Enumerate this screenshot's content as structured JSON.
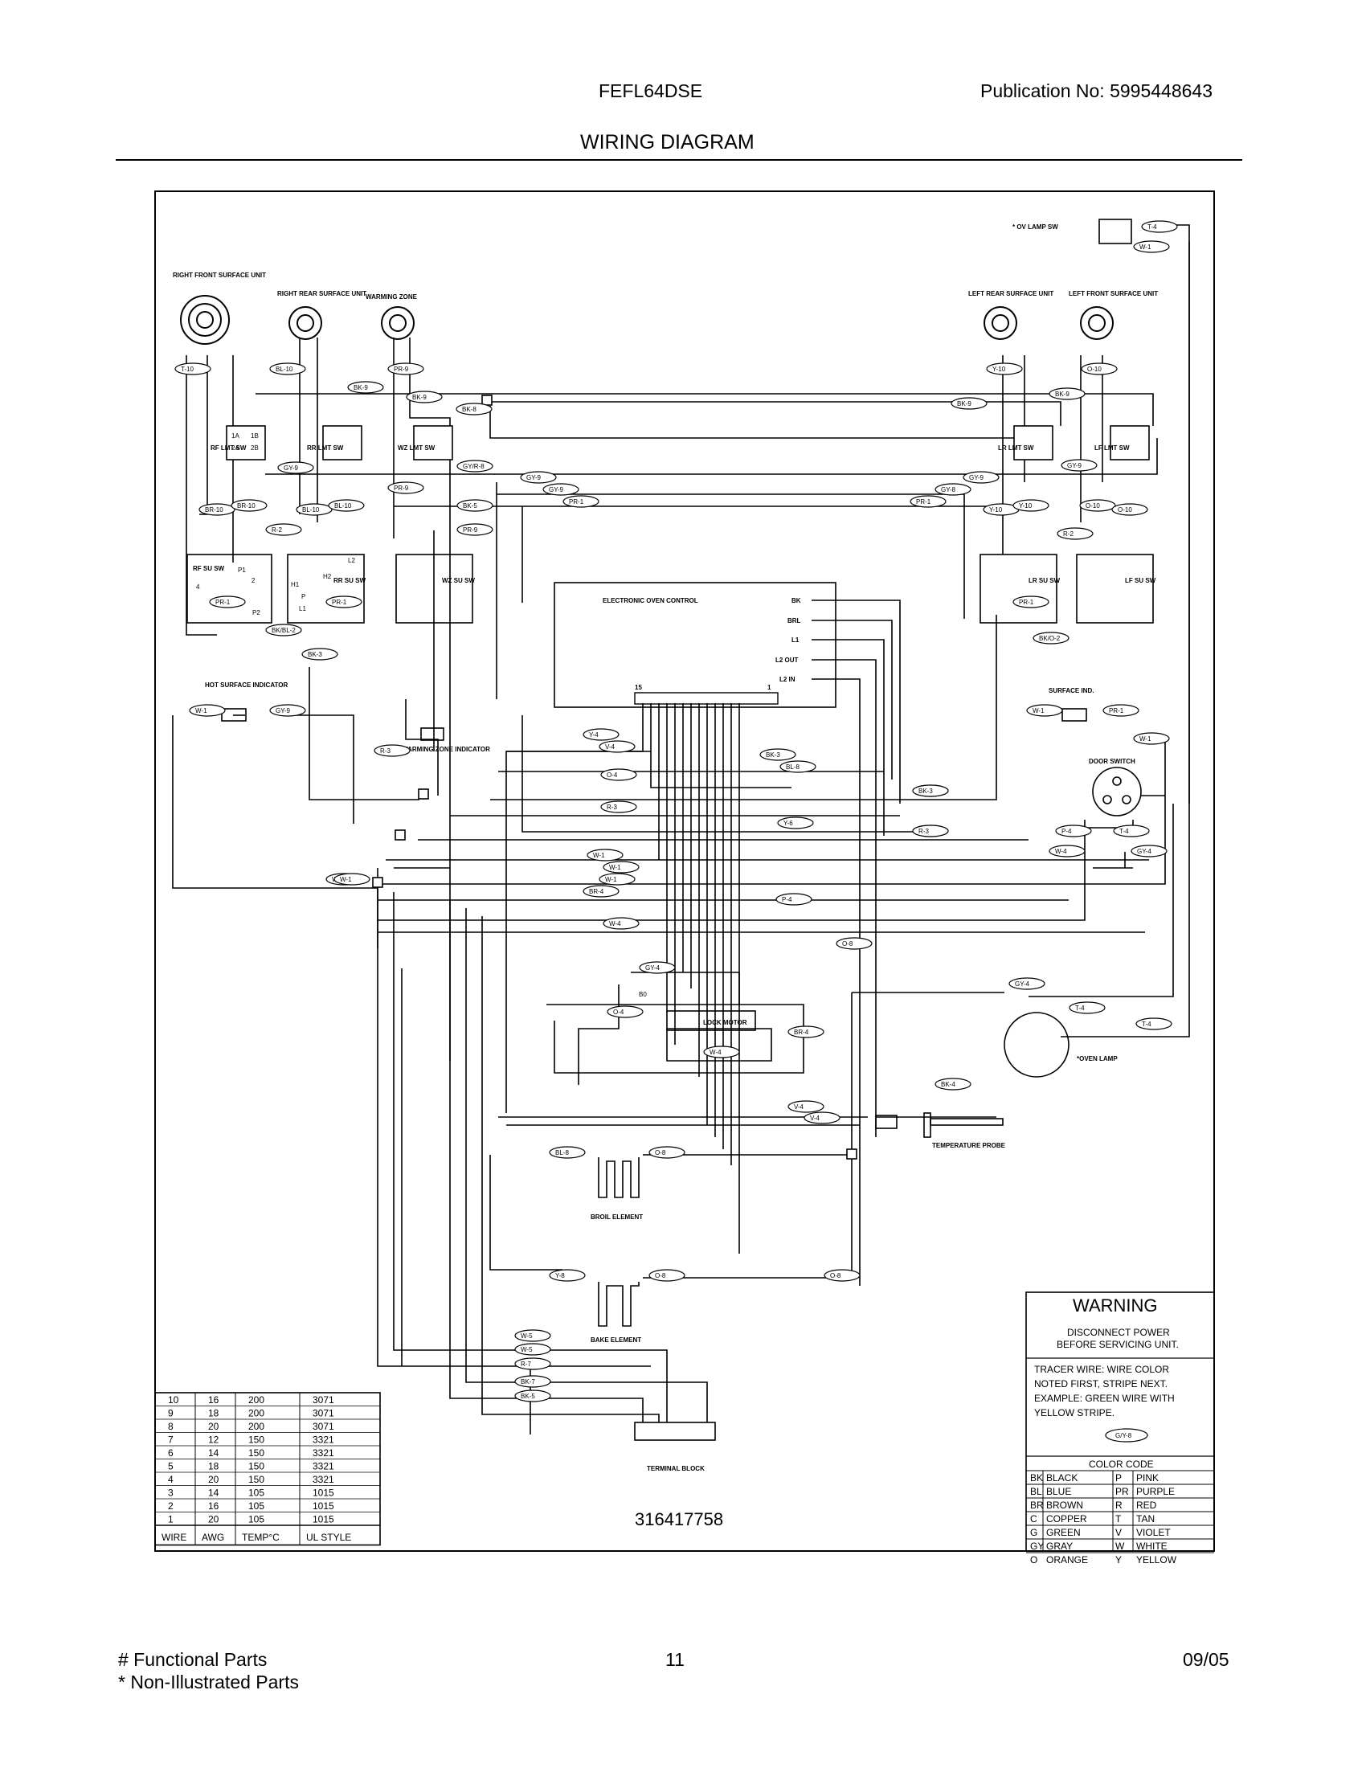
{
  "header": {
    "model": "FEFL64DSE",
    "publication": "Publication No:  5995448643",
    "title": "WIRING DIAGRAM"
  },
  "footer": {
    "functional": "# Functional Parts",
    "non_illustrated": "* Non-Illustrated Parts",
    "page": "11",
    "date": "09/05"
  },
  "diagram": {
    "drawing_number": "316417758",
    "components": {
      "rf_surface": "RIGHT FRONT SURFACE UNIT",
      "rr_surface": "RIGHT REAR SURFACE UNIT",
      "warming_zone": "WARMING ZONE",
      "lr_surface": "LEFT REAR SURFACE UNIT",
      "lf_surface": "LEFT FRONT SURFACE UNIT",
      "ov_lamp_sw": "* OV LAMP SW",
      "eoc": "ELECTRONIC OVEN CONTROL",
      "hot_surface": "HOT SURFACE INDICATOR",
      "warming_ind": "WARMING ZONE INDICATOR",
      "surface_ind": "SURFACE IND.",
      "door_switch": "DOOR SWITCH",
      "lock_motor": "LOCK MOTOR",
      "oven_lamp": "*OVEN LAMP",
      "temp_probe": "TEMPERATURE PROBE",
      "broil": "BROIL ELEMENT",
      "bake": "BAKE ELEMENT",
      "terminal_block": "TERMINAL BLOCK"
    },
    "eoc_pins": [
      "BK",
      "BRL",
      "L1",
      "L2 OUT",
      "L2 IN"
    ],
    "eoc_connector": [
      "15",
      "1"
    ],
    "switch_labels": [
      "RF LMT SW",
      "RR LMT SW",
      "WZ LMT SW",
      "LR LMT SW",
      "LF LMT SW"
    ],
    "surface_switch_labels": [
      "RF SU SW",
      "RR SU SW",
      "WZ SU SW",
      "LR SU SW",
      "LF SU SW"
    ],
    "wire_tags": {
      "t1": "T-10",
      "t2": "BL-10",
      "t3": "PR-9",
      "t4": "Y-10",
      "t5": "O-10",
      "t6": "BK-9",
      "t7": "BK-9",
      "t8": "BK-8",
      "t9": "BK-9",
      "t10": "BK-9",
      "t11": "GY-9",
      "t12": "GY/R-8",
      "t13": "GY-9",
      "t14": "GY-9",
      "t15": "GY-9",
      "t16": "PR-9",
      "t17": "GY-9",
      "t18": "PR-1",
      "t19": "GY-8",
      "t20": "PR-1",
      "t21": "BR-10",
      "t22": "BR-10",
      "t23": "BL-10",
      "t24": "BL-10",
      "t25": "BK-5",
      "t26": "PR-9",
      "t27": "Y-10",
      "t28": "Y-10",
      "t29": "O-10",
      "t30": "O-10",
      "t31": "R-2",
      "t32": "R-2",
      "t33": "PR-1",
      "t34": "PR-1",
      "t35": "PR-1",
      "t36": "BK/BL-2",
      "t37": "BK/O-2",
      "t38": "BK-3",
      "t39": "W-1",
      "t40": "GY-9",
      "t41": "W-1",
      "t42": "PR-1",
      "t43": "Y-4",
      "t44": "V-4",
      "t45": "R-3",
      "t46": "BK-3",
      "t47": "BL-8",
      "t48": "O-4",
      "t49": "BK-3",
      "t50": "R-3",
      "t51": "Y-6",
      "t52": "R-3",
      "t53": "W-1",
      "t54": "W-1",
      "t55": "W-1",
      "t56": "W-1",
      "t57": "BR-4",
      "t58": "P-4",
      "t59": "W-4",
      "t60": "P-4",
      "t61": "T-4",
      "t62": "W-4",
      "t63": "GY-4",
      "t64": "O-8",
      "t65": "GY-4",
      "t66": "GY-4",
      "t67": "O-4",
      "t68": "BR-4",
      "t69": "T-4",
      "t70": "T-4",
      "t71": "W-4",
      "t72": "BK-4",
      "t73": "V-4",
      "t74": "V-4",
      "t75": "BL-8",
      "t76": "O-8",
      "t77": "Y-8",
      "t78": "O-8",
      "t79": "O-8",
      "t80": "W-5",
      "t81": "W-5",
      "t82": "R-7",
      "t83": "BK-7",
      "t84": "BK-5",
      "t85": "T-4",
      "t86": "W-1",
      "t87": "W-1",
      "t88": "BK-3",
      "t89": "R-3",
      "t90": "W-1"
    },
    "sw_pins": [
      "1A",
      "1B",
      "2A",
      "2B",
      "P1",
      "P2",
      "H1",
      "H2",
      "L1",
      "L2",
      "P",
      "4",
      "2",
      "B0"
    ],
    "warning": {
      "title": "WARNING",
      "line1": "DISCONNECT POWER",
      "line2": "BEFORE SERVICING UNIT.",
      "tracer1": "TRACER WIRE:  WIRE COLOR",
      "tracer2": "NOTED FIRST, STRIPE NEXT.",
      "tracer3": "EXAMPLE:  GREEN WIRE WITH",
      "tracer4": "YELLOW STRIPE.",
      "example_tag": "G/Y-8"
    },
    "color_code": {
      "title": "COLOR CODE",
      "rows": [
        [
          "BK",
          "BLACK",
          "P",
          "PINK"
        ],
        [
          "BL",
          "BLUE",
          "PR",
          "PURPLE"
        ],
        [
          "BR",
          "BROWN",
          "R",
          "RED"
        ],
        [
          "C",
          "COPPER",
          "T",
          "TAN"
        ],
        [
          "G",
          "GREEN",
          "V",
          "VIOLET"
        ],
        [
          "GY",
          "GRAY",
          "W",
          "WHITE"
        ],
        [
          "O",
          "ORANGE",
          "Y",
          "YELLOW"
        ]
      ]
    },
    "wire_table": {
      "headers": [
        "WIRE",
        "AWG",
        "TEMP°C",
        "UL STYLE"
      ],
      "rows": [
        [
          "10",
          "16",
          "200",
          "3071"
        ],
        [
          "9",
          "18",
          "200",
          "3071"
        ],
        [
          "8",
          "20",
          "200",
          "3071"
        ],
        [
          "7",
          "12",
          "150",
          "3321"
        ],
        [
          "6",
          "14",
          "150",
          "3321"
        ],
        [
          "5",
          "18",
          "150",
          "3321"
        ],
        [
          "4",
          "20",
          "150",
          "3321"
        ],
        [
          "3",
          "14",
          "105",
          "1015"
        ],
        [
          "2",
          "16",
          "105",
          "1015"
        ],
        [
          "1",
          "20",
          "105",
          "1015"
        ]
      ]
    }
  }
}
